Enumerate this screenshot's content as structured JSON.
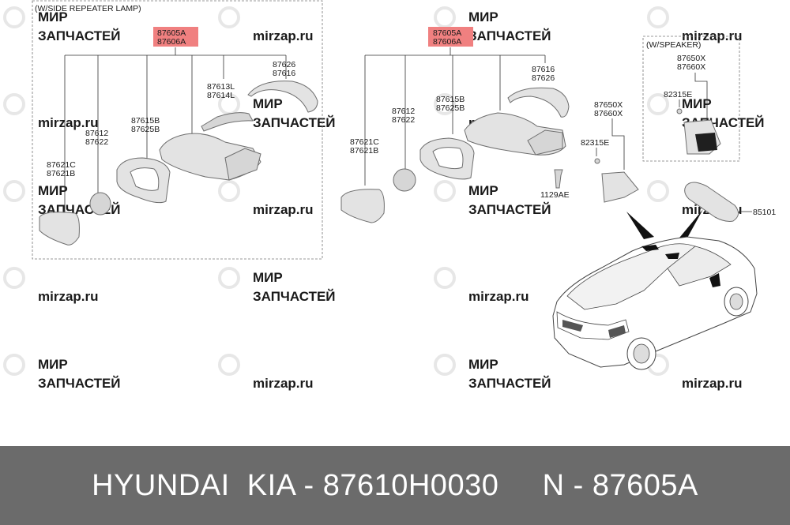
{
  "watermark": {
    "line1": "МИР",
    "line2": "ЗАПЧАСТЕЙ",
    "site": "mirzap.ru"
  },
  "left_group": {
    "title": "(W/SIDE REPEATER LAMP)",
    "highlight": [
      "87605A",
      "87606A"
    ],
    "labels": {
      "mirror_glass": [
        "87621C",
        "87621B"
      ],
      "actuator": [
        "87612",
        "87622"
      ],
      "frame": [
        "87615B",
        "87625B"
      ],
      "repeater": [
        "87613L",
        "87614L"
      ],
      "cover": [
        "87626",
        "87616"
      ]
    }
  },
  "right_group": {
    "highlight": [
      "87605A",
      "87606A"
    ],
    "labels": {
      "mirror_glass": [
        "87621C",
        "87621B"
      ],
      "actuator": [
        "87612",
        "87622"
      ],
      "frame": [
        "87615B",
        "87625B"
      ],
      "cover": [
        "87616",
        "87626"
      ],
      "bolt": "1129AE"
    }
  },
  "tweeter": {
    "labels": [
      "87650X",
      "87660X"
    ],
    "screw": "82315E"
  },
  "speaker_group": {
    "title": "(W/SPEAKER)",
    "labels": [
      "87650X",
      "87660X"
    ],
    "screw": "82315E"
  },
  "inside_mirror": {
    "label": "85101"
  },
  "footer": {
    "text": "HYUNDAI  KIA - 87610H0030     N - 87605A"
  },
  "colors": {
    "highlight": "#f08080",
    "footer_bg": "#6b6b6b"
  }
}
